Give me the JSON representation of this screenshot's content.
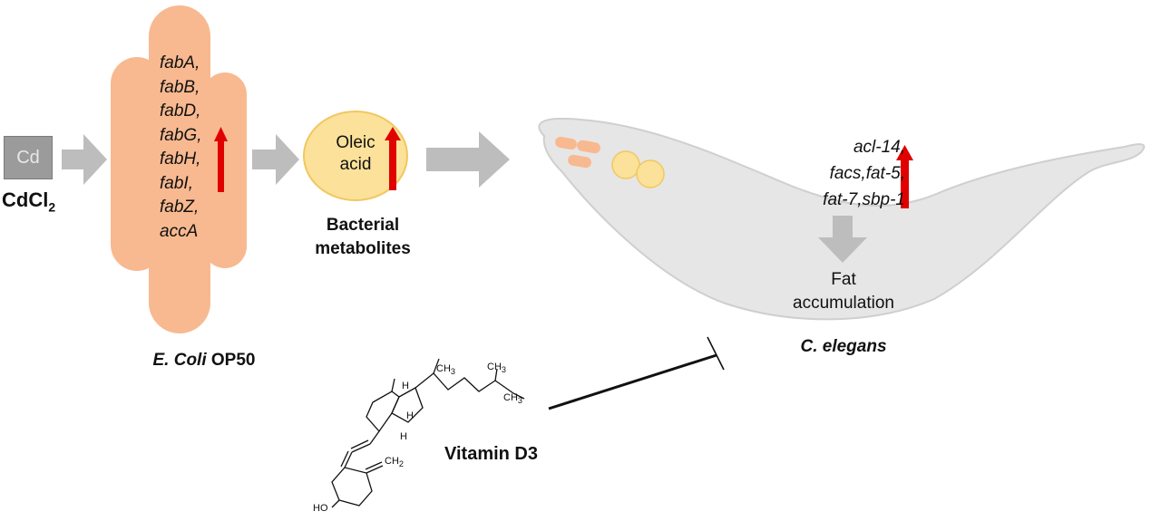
{
  "cd_box_label": "Cd",
  "cdcl2_main": "CdCl",
  "cdcl2_sub": "2",
  "genes_bacteria": [
    "fabA,",
    "fabB,",
    "fabD,",
    "fabG,",
    "fabH,",
    "fabI,",
    "fabZ,",
    "accA"
  ],
  "oleic_line1": "Oleic",
  "oleic_line2": "acid",
  "bacterial_line1": "Bacterial",
  "bacterial_line2": "metabolites",
  "ecoli_italic": "E. Coli",
  "ecoli_rest": " OP50",
  "genes_worm": [
    "acl-14,",
    "facs,fat-5,",
    "fat-7,sbp-1"
  ],
  "fat_line1": "Fat",
  "fat_line2": "accumulation",
  "celegans": "C. elegans",
  "vitamin": "Vitamin D3",
  "chem_labels": {
    "ch3_top": "CH",
    "ch3_top_sub": "3",
    "ch3_right": "CH",
    "ch3_right_sub": "3",
    "ch3_ring": "CH",
    "ch3_ring_sub": "3",
    "h1": "H",
    "h2": "H",
    "h3": "H",
    "ch2": "CH",
    "ch2_sub": "2",
    "ho": "HO"
  },
  "colors": {
    "bacteria": "#f8b990",
    "arrow_gray": "#bdbdbd",
    "up_arrow": "#e00000",
    "droplet": "#fbe199",
    "worm": "#e6e6e6",
    "cd_box": "#9b9b9b"
  }
}
